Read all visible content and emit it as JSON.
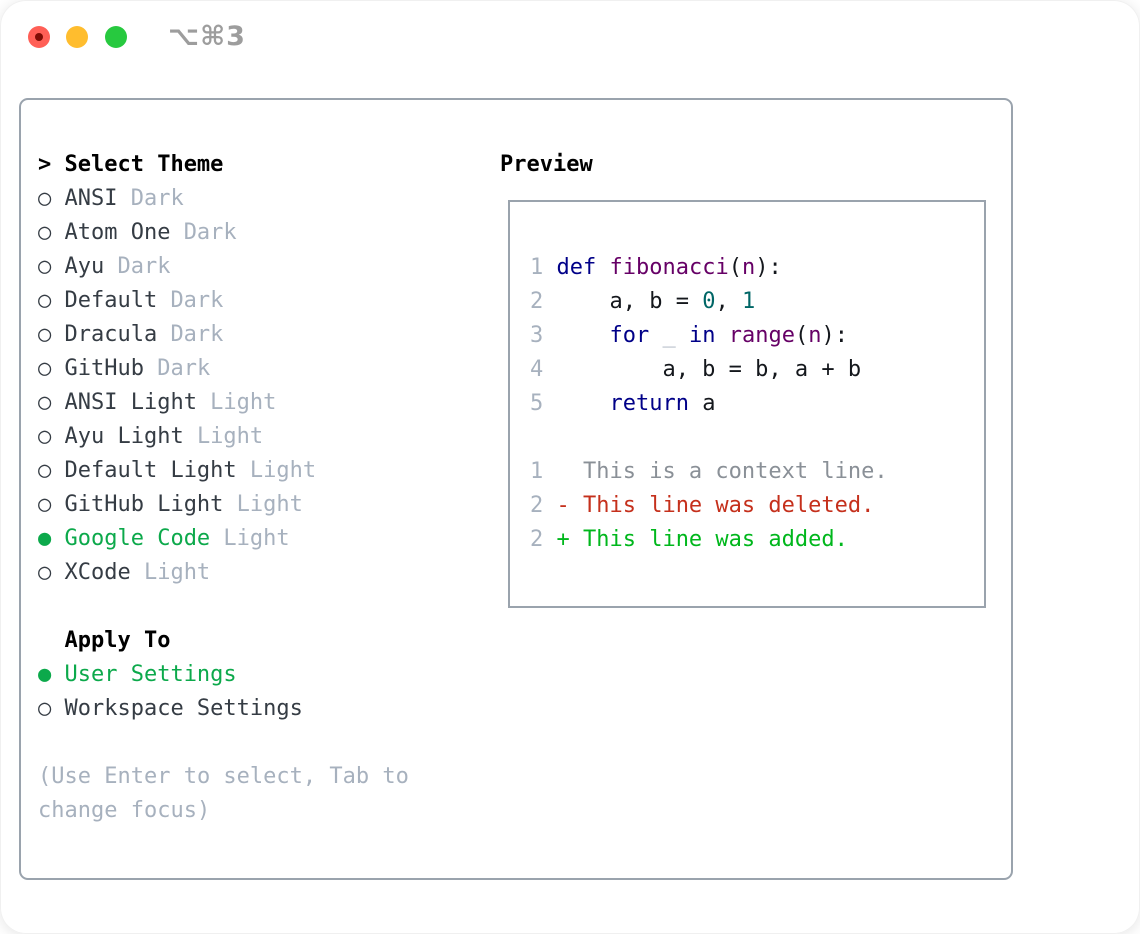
{
  "window": {
    "title": "⌥⌘3",
    "buttons": [
      "close",
      "minimize",
      "zoom"
    ]
  },
  "theme_panel": {
    "header": "Select Theme",
    "header_marker": ">",
    "marker_selected": "●",
    "marker_unselected": "○",
    "themes": [
      {
        "name": "ANSI",
        "variant": "Dark",
        "selected": false
      },
      {
        "name": "Atom One",
        "variant": "Dark",
        "selected": false
      },
      {
        "name": "Ayu",
        "variant": "Dark",
        "selected": false
      },
      {
        "name": "Default",
        "variant": "Dark",
        "selected": false
      },
      {
        "name": "Dracula",
        "variant": "Dark",
        "selected": false
      },
      {
        "name": "GitHub",
        "variant": "Dark",
        "selected": false
      },
      {
        "name": "ANSI Light",
        "variant": "Light",
        "selected": false
      },
      {
        "name": "Ayu Light",
        "variant": "Light",
        "selected": false
      },
      {
        "name": "Default Light",
        "variant": "Light",
        "selected": false
      },
      {
        "name": "GitHub Light",
        "variant": "Light",
        "selected": false
      },
      {
        "name": "Google Code",
        "variant": "Light",
        "selected": true
      },
      {
        "name": "XCode",
        "variant": "Light",
        "selected": false
      }
    ],
    "apply_to": {
      "header": "Apply To",
      "options": [
        {
          "name": "User Settings",
          "selected": true
        },
        {
          "name": "Workspace Settings",
          "selected": false
        }
      ]
    },
    "help_text": "(Use Enter to select, Tab to change focus)"
  },
  "preview": {
    "header": "Preview",
    "code_lines": [
      {
        "num": "1",
        "tokens": [
          {
            "t": "def",
            "c": "kwd"
          },
          {
            "t": " ",
            "c": "pln"
          },
          {
            "t": "fibonacci",
            "c": "typ"
          },
          {
            "t": "(",
            "c": "pln"
          },
          {
            "t": "n",
            "c": "typ"
          },
          {
            "t": "):",
            "c": "pln"
          }
        ]
      },
      {
        "num": "2",
        "tokens": [
          {
            "t": "    a, b = ",
            "c": "pln"
          },
          {
            "t": "0",
            "c": "lit"
          },
          {
            "t": ", ",
            "c": "pln"
          },
          {
            "t": "1",
            "c": "lit"
          }
        ]
      },
      {
        "num": "3",
        "tokens": [
          {
            "t": "    ",
            "c": "pln"
          },
          {
            "t": "for",
            "c": "kwd"
          },
          {
            "t": " ",
            "c": "pln"
          },
          {
            "t": "_",
            "c": "mut"
          },
          {
            "t": " ",
            "c": "pln"
          },
          {
            "t": "in",
            "c": "kwd"
          },
          {
            "t": " ",
            "c": "pln"
          },
          {
            "t": "range",
            "c": "typ"
          },
          {
            "t": "(",
            "c": "pln"
          },
          {
            "t": "n",
            "c": "typ"
          },
          {
            "t": "):",
            "c": "pln"
          }
        ]
      },
      {
        "num": "4",
        "tokens": [
          {
            "t": "        a, b = b, a + b",
            "c": "pln"
          }
        ]
      },
      {
        "num": "5",
        "tokens": [
          {
            "t": "    ",
            "c": "pln"
          },
          {
            "t": "return",
            "c": "kwd"
          },
          {
            "t": " a",
            "c": "pln"
          }
        ]
      }
    ],
    "diff_lines": [
      {
        "num": "1",
        "kind": "context",
        "text": "  This is a context line."
      },
      {
        "num": "2",
        "kind": "deleted",
        "text": "- This line was deleted."
      },
      {
        "num": "2",
        "kind": "added",
        "text": "+ This line was added."
      }
    ]
  },
  "colors": {
    "accent_green": "#0ca94b",
    "diff_added": "#00b71c",
    "diff_deleted": "#c5301c",
    "diff_context": "#8a9097",
    "syntax_keyword": "#000088",
    "syntax_type": "#660066",
    "syntax_literal": "#006666",
    "muted": "#a7b1be",
    "border": "#9aa3ad",
    "traffic_red": "#ff5f56",
    "traffic_yellow": "#ffbd2e",
    "traffic_green": "#27c93f"
  }
}
